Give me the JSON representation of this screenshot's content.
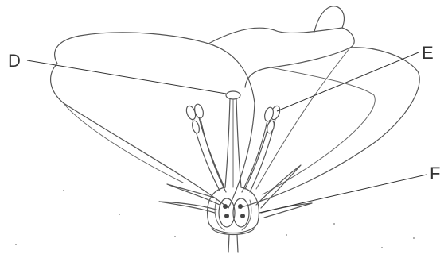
{
  "labels": {
    "d": "D",
    "e": "E",
    "f": "F"
  }
}
